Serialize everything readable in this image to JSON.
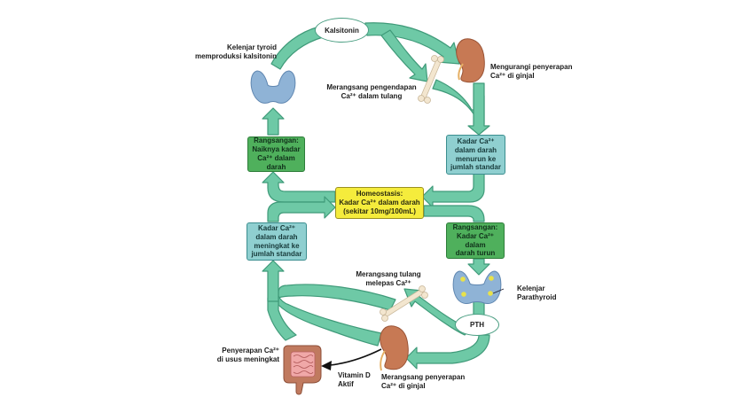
{
  "diagram": {
    "title": "Homeostasis kalsium darah",
    "colors": {
      "arrow": "#6ec9a6",
      "arrow_edge": "#3f9a79",
      "stimulus_box": "#4fb05c",
      "result_box": "#8fcfd0",
      "center_box": "#f5ec3c",
      "thyroid": "#8fb3d6",
      "parathyroid_dot": "#e9e24a",
      "kidney": "#c77954",
      "bone": "#f3e6cf",
      "intestine": "#c07a5f"
    },
    "center": {
      "text": "Homeostasis:\nKadar Ca²⁺ dalam darah\n(sekitar 10mg/100mL)"
    },
    "top_loop": {
      "stimulus": "Rangsangan:\nNaiknya kadar\nCa²⁺ dalam darah",
      "gland_label": "Kelenjar tyroid\nmemproduksi kalsitonin",
      "hormone": "Kalsitonin",
      "bone_effect": "Merangsang pengendapan\nCa²⁺ dalam tulang",
      "kidney_effect": "Mengurangi penyerapan\nCa²⁺ di ginjal",
      "result": "Kadar Ca²⁺\ndalam darah\nmenurun ke\njumlah standar"
    },
    "bottom_loop": {
      "stimulus": "Rangsangan:\nKadar Ca²⁺ dalam\ndarah turun",
      "gland_label": "Kelenjar\nParathyroid",
      "hormone": "PTH",
      "bone_effect": "Merangsang tulang\nmelepas Ca²⁺",
      "kidney_effect": "Merangsang penyerapan\nCa²⁺ di ginjal",
      "vitamin": "Vitamin D\nAktif",
      "intestine_effect": "Penyerapan Ca²⁺\ndi usus meningkat",
      "result": "Kadar Ca²⁺\ndalam darah\nmeningkat ke\njumlah standar"
    }
  }
}
